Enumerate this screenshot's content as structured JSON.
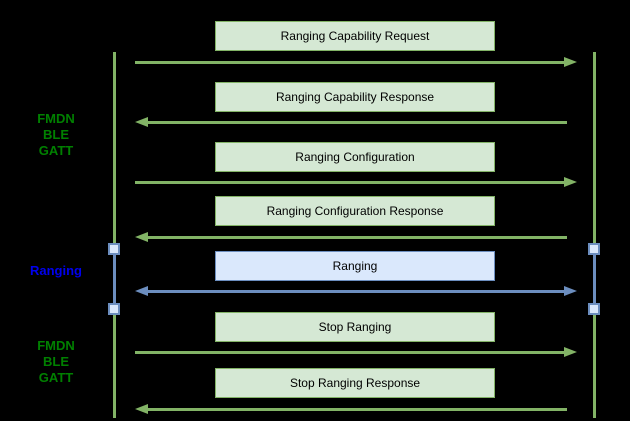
{
  "diagram": {
    "background_color": "#000000",
    "side_labels": [
      {
        "id": "fmdn-ble-gatt-top",
        "text": "FMDN\nBLE\nGATT",
        "color": "#008000"
      },
      {
        "id": "ranging",
        "text": "Ranging",
        "color": "#0000EE"
      },
      {
        "id": "fmdn-ble-gatt-bottom",
        "text": "FMDN\nBLE\nGATT",
        "color": "#008000"
      }
    ],
    "messages": [
      {
        "label": "Ranging Capability Request",
        "direction": "right",
        "color_scheme": "green"
      },
      {
        "label": "Ranging Capability Response",
        "direction": "left",
        "color_scheme": "green"
      },
      {
        "label": "Ranging Configuration",
        "direction": "right",
        "color_scheme": "green"
      },
      {
        "label": "Ranging Configuration Response",
        "direction": "left",
        "color_scheme": "green"
      },
      {
        "label": "Ranging",
        "direction": "both",
        "color_scheme": "blue"
      },
      {
        "label": "Stop Ranging",
        "direction": "right",
        "color_scheme": "green"
      },
      {
        "label": "Stop Ranging Response",
        "direction": "left",
        "color_scheme": "green"
      }
    ],
    "colors": {
      "green_stroke": "#82B366",
      "green_fill": "#D5E8D4",
      "blue_stroke": "#6C8EBF",
      "blue_fill": "#DAE8FC",
      "side_label_green": "#008000",
      "side_label_blue": "#0000EE",
      "box_text": "#000000"
    },
    "lifelines": {
      "count": 2,
      "activation_markers": 4
    }
  }
}
